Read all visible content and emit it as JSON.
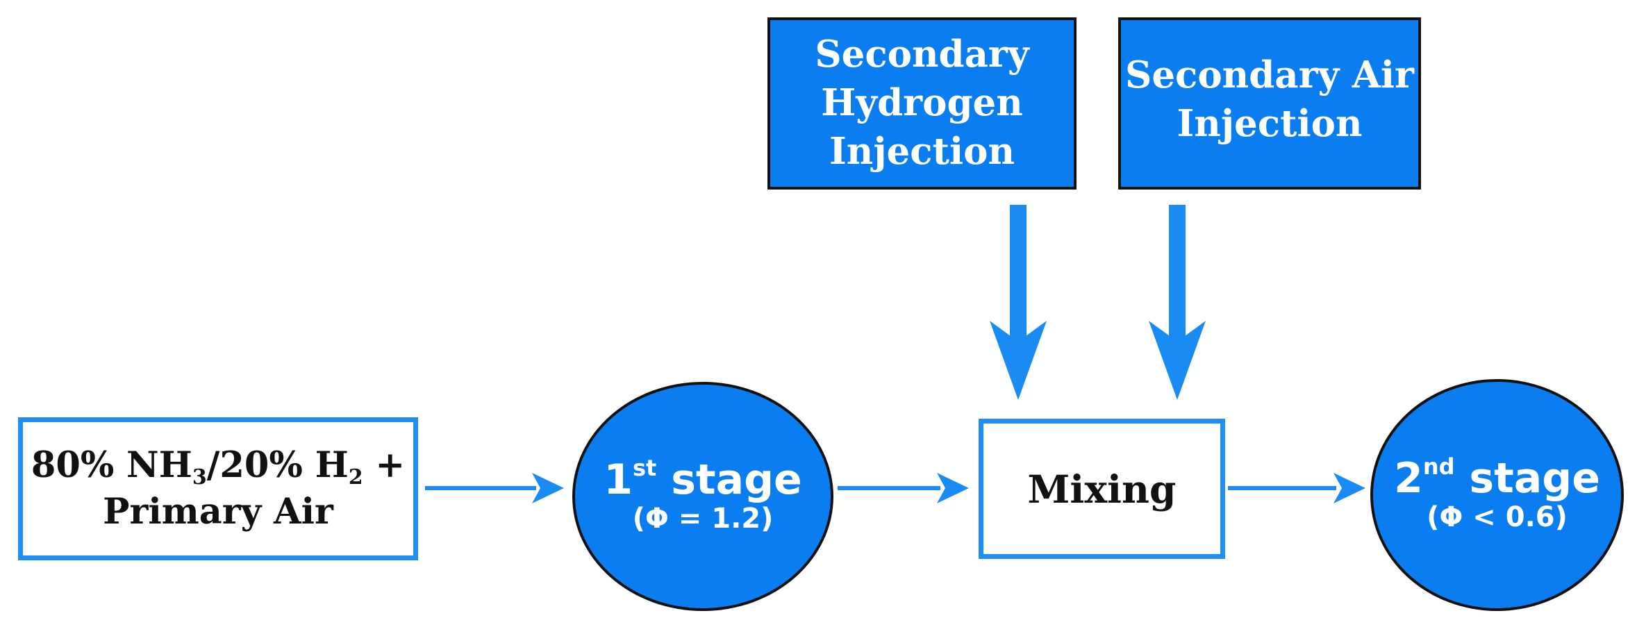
{
  "colors": {
    "dark_fill": "#0a7ef0",
    "light_border": "#1f8ff5",
    "arrow": "#1a8bf3",
    "text_dark": "#111111",
    "text_light": "#ffffff"
  },
  "secondary_hydrogen": {
    "line1": "Secondary",
    "line2": "Hydrogen",
    "line3": "Injection"
  },
  "secondary_air": {
    "line1": "Secondary Air",
    "line2": "Injection"
  },
  "feed": {
    "part1": "80% NH",
    "sub1": "3",
    "part2": "/20% H",
    "sub2": "2",
    "part3": " +",
    "line2": "Primary Air"
  },
  "stage1": {
    "number": "1",
    "ordinal": "st",
    "word": " stage",
    "condition": "(Φ = 1.2)"
  },
  "mixing": {
    "label": "Mixing"
  },
  "stage2": {
    "number": "2",
    "ordinal": "nd",
    "word": " stage",
    "condition": "(Φ < 0.6)"
  }
}
